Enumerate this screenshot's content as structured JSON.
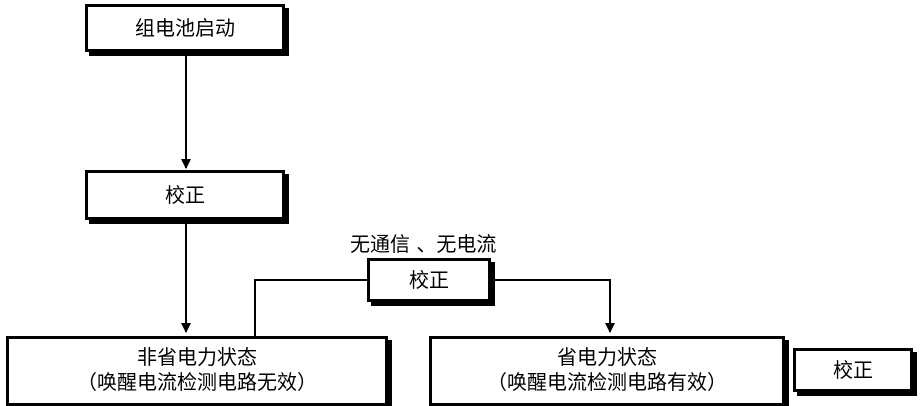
{
  "nodes": {
    "start": {
      "label": "组电池启动"
    },
    "calibrate_1": {
      "label": "校正"
    },
    "calibrate_2": {
      "label": "校正"
    },
    "non_saving": {
      "title": "非省电力状态",
      "subtitle": "（唤醒电流检测电路无效）"
    },
    "saving": {
      "title": "省电力状态",
      "subtitle": "（唤醒电流检测电路有效）"
    },
    "calibrate_3": {
      "label": "校正"
    }
  },
  "edge_labels": {
    "condition": "无通信 、无电流"
  },
  "colors": {
    "line": "#000000",
    "background": "#ffffff"
  }
}
